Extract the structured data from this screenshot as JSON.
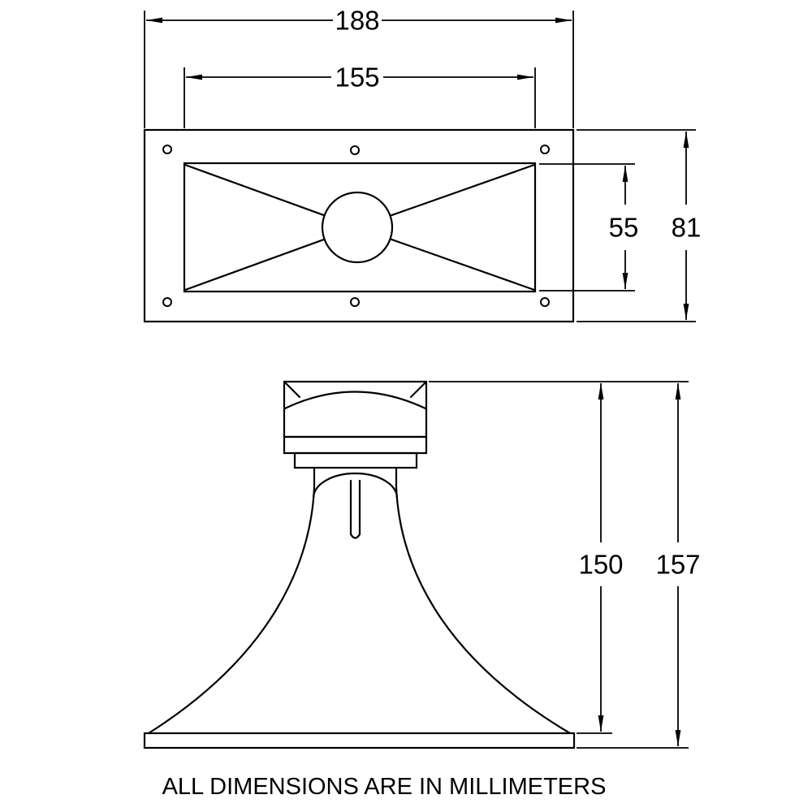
{
  "drawing": {
    "note": "ALL DIMENSIONS ARE IN MILLIMETERS",
    "dims": {
      "flange_outer_width": "188",
      "flange_inner_width": "155",
      "flange_inner_height": "55",
      "flange_outer_height": "81",
      "horn_flare_height": "150",
      "horn_total_height": "157"
    }
  }
}
